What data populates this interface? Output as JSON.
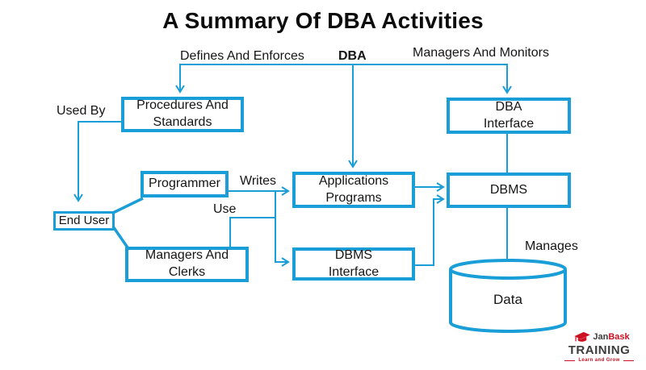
{
  "title": "A Summary Of DBA Activities",
  "colors": {
    "line": "#1a9ed8",
    "text": "#111111",
    "logo_red": "#cb1122",
    "logo_dark": "#3c3c3c"
  },
  "edge_labels": {
    "defines_and_enforces": "Defines And Enforces",
    "dba": "DBA",
    "managers_and_monitors": "Managers And Monitors",
    "used_by": "Used By",
    "writes": "Writes",
    "use": "Use",
    "manages": "Manages"
  },
  "nodes": {
    "procedures_and_standards": "Procedures And\nStandards",
    "dba_interface": "DBA\nInterface",
    "programmer": "Programmer",
    "applications_programs": "Applications\nPrograms",
    "dbms": "DBMS",
    "end_user": "End User",
    "managers_and_clerks": "Managers And\nClerks",
    "dbms_interface": "DBMS\nInterface",
    "data": "Data"
  },
  "logo": {
    "brand_part1": "Jan",
    "brand_part2": "Bask",
    "brand_line2": "TRAINING",
    "tagline": "Learn and Grow"
  }
}
